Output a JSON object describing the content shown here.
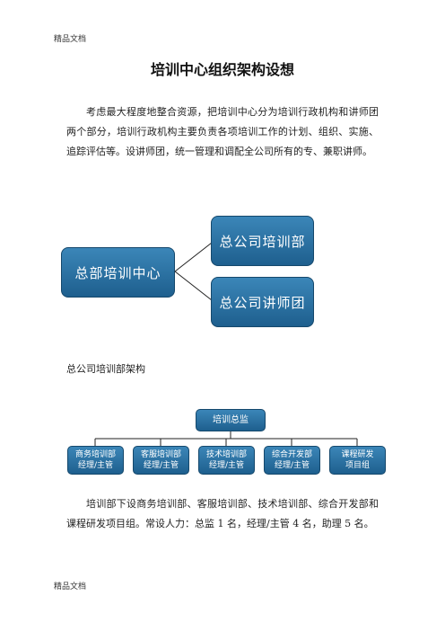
{
  "page": {
    "header": "精品文档",
    "footer": "精品文档",
    "title": "培训中心组织架构设想",
    "intro": "考虑最大程度地整合资源，把培训中心分为培训行政机构和讲师团两个部分，培训行政机构主要负责各项培训工作的计划、组织、实施、追踪评估等。设讲师团，统一管理和调配全公司所有的专、兼职讲师。",
    "subhead": "总公司培训部架构",
    "closing": "培训部下设商务培训部、客服培训部、技术培训部、综合开发部和课程研发项目组。常设人力：总监 1 名，经理/主管 4 名，助理 5 名。"
  },
  "chart1": {
    "root": "总部培训中心",
    "children": [
      "总公司培训部",
      "总公司讲师团"
    ]
  },
  "chart2": {
    "root": "培训总监",
    "children": [
      {
        "line1": "商务培训部",
        "line2": "经理/主管"
      },
      {
        "line1": "客服培训部",
        "line2": "经理/主管"
      },
      {
        "line1": "技术培训部",
        "line2": "经理/主管"
      },
      {
        "line1": "综合开发部",
        "line2": "经理/主管"
      },
      {
        "line1": "课程研发",
        "line2": "项目组"
      }
    ]
  },
  "colors": {
    "box_fill": "#2a72a4",
    "connector": "#222222"
  }
}
